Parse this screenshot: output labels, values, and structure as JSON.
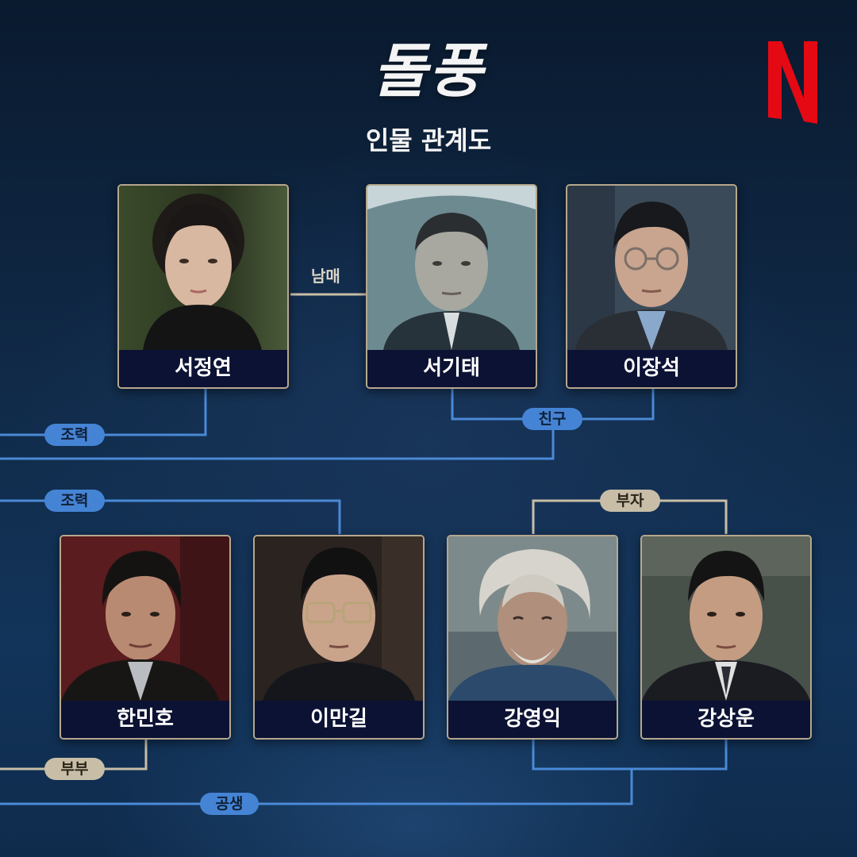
{
  "header": {
    "title": "돌풍",
    "subtitle": "인물 관계도"
  },
  "brand": {
    "logo_letter": "N",
    "logo_color": "#e50914"
  },
  "characters": [
    {
      "name": "서정연"
    },
    {
      "name": "서기태"
    },
    {
      "name": "이장석"
    },
    {
      "name": "한민호"
    },
    {
      "name": "이만길"
    },
    {
      "name": "강영익"
    },
    {
      "name": "강상운"
    }
  ],
  "relations": {
    "siblings": "남매",
    "friends": "친구",
    "cooperation_1": "조력",
    "cooperation_2": "조력",
    "father_son": "부자",
    "married": "부부",
    "symbiosis": "공생"
  },
  "colors": {
    "line_blue": "#4a8ad6",
    "line_tan": "#c8bea8",
    "card_border": "#b6a78e",
    "name_bar": "#0c1233"
  }
}
